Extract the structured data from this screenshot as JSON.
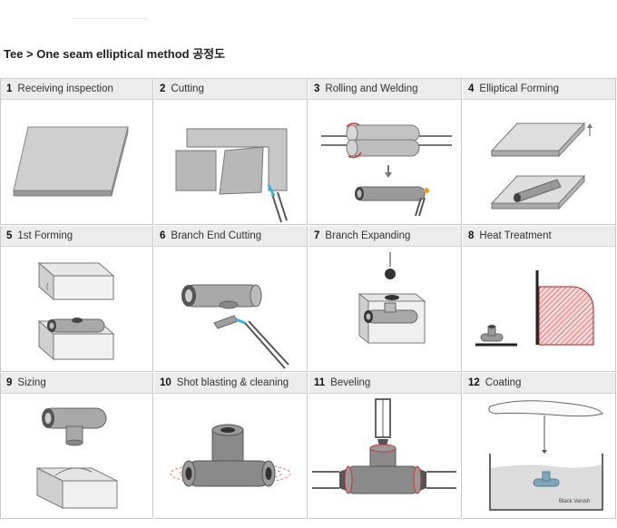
{
  "page": {
    "title": "Tee > One seam elliptical method 공정도"
  },
  "steps": [
    {
      "num": "1",
      "label": "Receiving inspection"
    },
    {
      "num": "2",
      "label": "Cutting"
    },
    {
      "num": "3",
      "label": "Rolling and Welding"
    },
    {
      "num": "4",
      "label": "Elliptical Forming"
    },
    {
      "num": "5",
      "label": "1st Forming"
    },
    {
      "num": "6",
      "label": "Branch End Cutting"
    },
    {
      "num": "7",
      "label": "Branch Expanding"
    },
    {
      "num": "8",
      "label": "Heat Treatment"
    },
    {
      "num": "9",
      "label": "Sizing"
    },
    {
      "num": "10",
      "label": "Shot blasting & cleaning"
    },
    {
      "num": "11",
      "label": "Beveling"
    },
    {
      "num": "12",
      "label": "Coating"
    }
  ],
  "coating": {
    "tank_label": "Black Vanish"
  },
  "colors": {
    "header_bg": "#ececec",
    "grid_line": "#c9c9c9",
    "part_gray": "#b3b3b3",
    "part_dark": "#8e8e8e",
    "spark_blue": "#3ab4e6",
    "heat_red": "#cc3333",
    "weld_orange": "#f0a020"
  }
}
